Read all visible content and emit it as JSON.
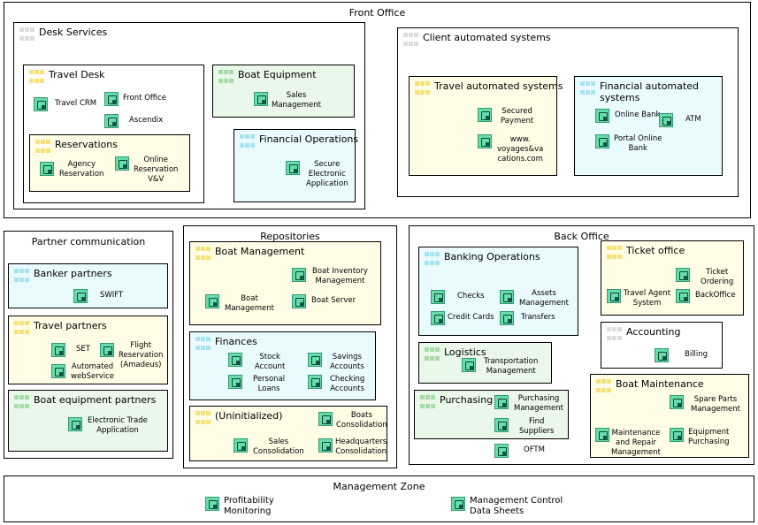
{
  "front_office": {
    "title": "Front Office",
    "desk_services": {
      "title": "Desk Services",
      "travel_desk": {
        "title": "Travel Desk",
        "apps": [
          "Travel CRM",
          "Front Office",
          "Ascendix"
        ]
      },
      "reservations": {
        "title": "Reservations",
        "apps": [
          "Agency\nReservation",
          "Online\nReservation\nV&V"
        ]
      },
      "boat_equipment": {
        "title": "Boat Equipment",
        "apps": [
          "Sales\nManagement"
        ]
      },
      "financial_operations": {
        "title": "Financial Operations",
        "apps": [
          "Secure\nElectronic\nApplication"
        ]
      }
    },
    "client_systems": {
      "title": "Client automated systems",
      "travel_auto": {
        "title": "Travel automated systems",
        "apps": [
          "Secured\nPayment",
          "www.\nvoyages&va\ncations.com"
        ]
      },
      "financial_auto": {
        "title": "Financial automated\nsystems",
        "apps": [
          "Online Bank",
          "ATM",
          "Portal Online\nBank"
        ]
      }
    }
  },
  "partner": {
    "title": "Partner communication",
    "banker": {
      "title": "Banker partners",
      "apps": [
        "SWIFT"
      ]
    },
    "travel": {
      "title": "Travel partners",
      "apps": [
        "SET",
        "Flight\nReservation\n(Amadeus)",
        "Automated\nwebService"
      ]
    },
    "boat_eq": {
      "title": "Boat equipment partners",
      "apps": [
        "Electronic Trade\nApplication"
      ]
    }
  },
  "repositories": {
    "title": "Repositories",
    "boat_mgmt": {
      "title": "Boat Management",
      "apps": [
        "Boat Inventory\nManagement",
        "Boat\nManagement",
        "Boat Server"
      ]
    },
    "finances": {
      "title": "Finances",
      "apps": [
        "Stock\nAccount",
        "Savings\nAccounts",
        "Personal\nLoans",
        "Checking\nAccounts"
      ]
    },
    "uninit": {
      "title": "(Uninitialized)",
      "apps": [
        "Boats\nConsolidation",
        "Sales\nConsolidation",
        "Headquarters\nConsolidation"
      ]
    }
  },
  "back_office": {
    "title": "Back Office",
    "banking": {
      "title": "Banking Operations",
      "apps": [
        "Checks",
        "Assets\nManagement",
        "Credit Cards",
        "Transfers"
      ]
    },
    "ticket": {
      "title": "Ticket office",
      "apps": [
        "Ticket\nOrdering",
        "Travel Agent\nSystem",
        "BackOffice"
      ]
    },
    "accounting": {
      "title": "Accounting",
      "apps": [
        "Billing"
      ]
    },
    "logistics": {
      "title": "Logistics",
      "apps": [
        "Transportation\nManagement"
      ]
    },
    "purchasing": {
      "title": "Purchasing",
      "apps": [
        "Purchasing\nManagement",
        "Find\nSuppliers"
      ]
    },
    "oftm": "OFTM",
    "boat_maint": {
      "title": "Boat Maintenance",
      "apps": [
        "Spare Parts\nManagement",
        "Maintenance\nand Repair\nManagement",
        "Equipment\nPurchasing"
      ]
    }
  },
  "management": {
    "title": "Management Zone",
    "apps": [
      "Profitability\nMonitoring",
      "Management Control\nData Sheets"
    ]
  },
  "colors": {
    "white": "#ffffff",
    "yellow": "#fffde6",
    "cyan": "#eafbff",
    "green": "#e9f8e9",
    "icon": "#66ddaa"
  }
}
